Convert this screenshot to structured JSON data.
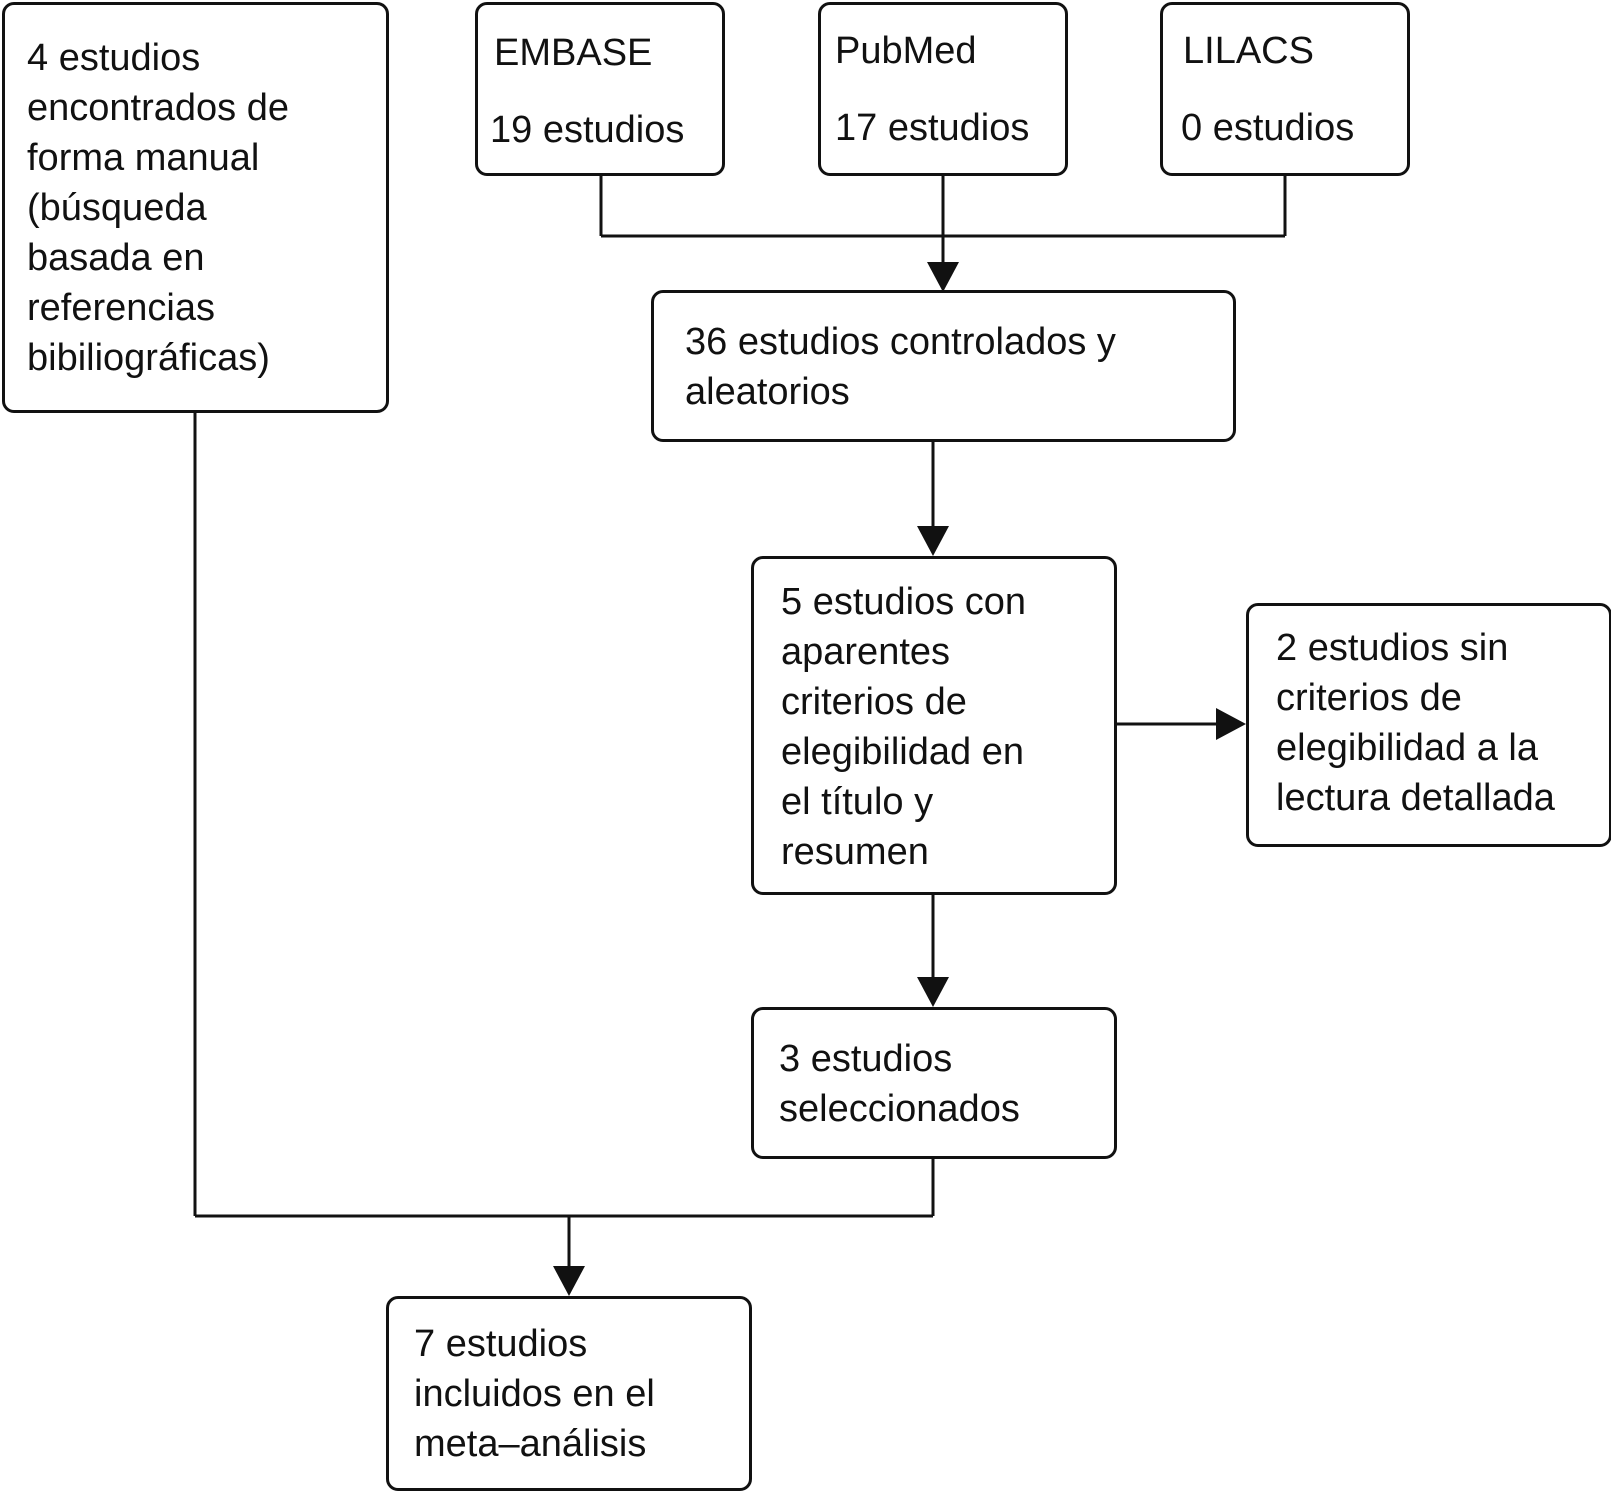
{
  "boxes": {
    "manual": "4 estudios\nencontrados de\nforma manual\n(búsqueda\nbasada en\nreferencias\nbibiliográficas)",
    "embase_name": "EMBASE",
    "embase_count": "19 estudios",
    "pubmed_name": "PubMed",
    "pubmed_count": "17 estudios",
    "lilacs_name": "LILACS",
    "lilacs_count": "0 estudios",
    "controlled": "36 estudios controlados y\naleatorios",
    "apparent": "5 estudios con\naparentes\ncriterios de\nelegibilidad en\nel título y\nresumen",
    "excluded": "2 estudios sin\ncriterios de\nelegibilidad a la\nlectura detallada",
    "selected": "3 estudios\nseleccionados",
    "included": "7 estudios\nincluidos en el\nmeta–análisis"
  },
  "colors": {
    "stroke": "#111111",
    "fill": "#ffffff"
  }
}
